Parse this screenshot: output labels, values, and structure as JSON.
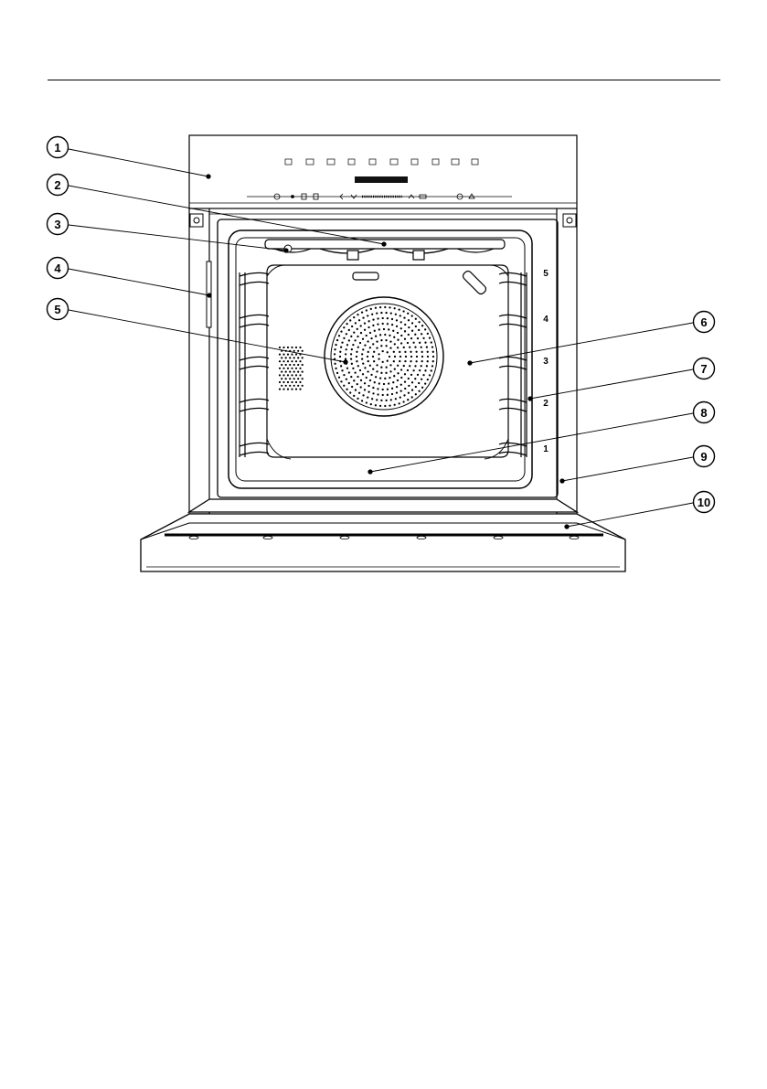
{
  "callouts": [
    {
      "id": 1,
      "label": "1"
    },
    {
      "id": 2,
      "label": "2"
    },
    {
      "id": 3,
      "label": "3"
    },
    {
      "id": 4,
      "label": "4"
    },
    {
      "id": 5,
      "label": "5"
    },
    {
      "id": 6,
      "label": "6"
    },
    {
      "id": 7,
      "label": "7"
    },
    {
      "id": 8,
      "label": "8"
    },
    {
      "id": 9,
      "label": "9"
    },
    {
      "id": 10,
      "label": "10"
    }
  ],
  "shelf_levels": [
    "5",
    "4",
    "3",
    "2",
    "1"
  ],
  "control_panel": {
    "display_text": "",
    "sensor_symbols": [
      "power-icon",
      "light-icon",
      "timer-icon",
      "alarm-icon",
      "back-icon",
      "minus-icon",
      "slider",
      "plus-icon",
      "ok-icon",
      "clock-icon",
      "favourites-icon"
    ],
    "mode_icons": [
      "fan-plus-icon",
      "top-bottom-heat-icon",
      "bottom-heat-icon",
      "grill-icon",
      "auto-roast-icon",
      "conventional-icon",
      "fan-grill-icon",
      "cake-plus-icon",
      "eco-icon",
      "intensive-icon"
    ]
  },
  "colors": {
    "line": "#000000",
    "fill": "#ffffff",
    "display": "#111111"
  }
}
